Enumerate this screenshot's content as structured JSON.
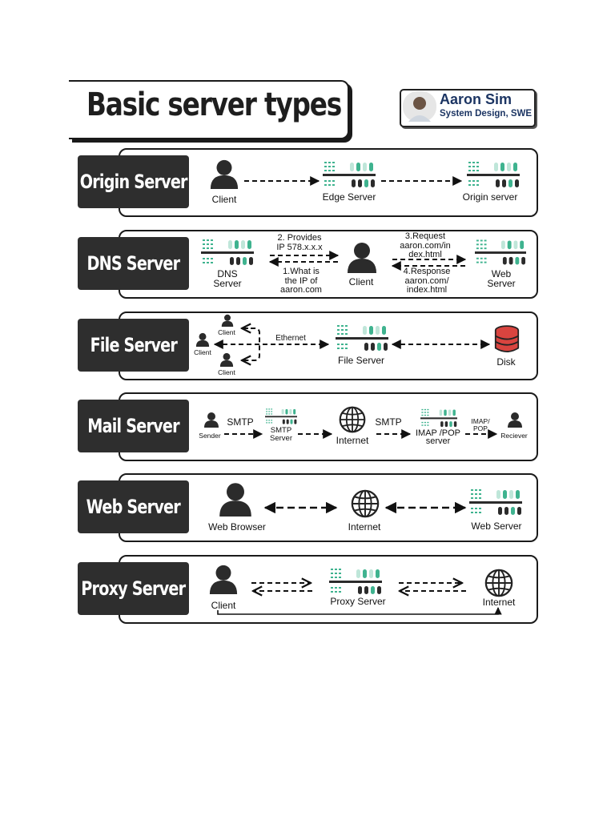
{
  "header": {
    "title": "Basic server types",
    "author_name": "Aaron Sim",
    "author_role": "System Design, SWE"
  },
  "rows": {
    "origin": {
      "label": "Origin Server",
      "client": "Client",
      "edge": "Edge Server",
      "origin": "Origin server"
    },
    "dns": {
      "label": "DNS Server",
      "dns": "DNS\nServer",
      "client": "Client",
      "web": "Web\nServer",
      "step1": "1.What is\nthe IP of\naaron.com",
      "step2": "2. Provides\nIP 578.x.x.x",
      "step3": "3.Request\naaron.com/in\ndex.html",
      "step4": "4.Response\naaron.com/\nindex.html"
    },
    "file": {
      "label": "File Server",
      "client_top": "Client",
      "client_left": "Client",
      "client_bottom": "Client",
      "ethernet": "Ethernet",
      "file_server": "File Server",
      "disk": "Disk"
    },
    "mail": {
      "label": "Mail Server",
      "sender": "Sender",
      "smtp_1": "SMTP",
      "smtp_server": "SMTP\nServer",
      "internet": "Internet",
      "smtp_2": "SMTP",
      "imap_server": "IMAP /POP\nserver",
      "imap_label": "IMAP/\nPOP",
      "receiver": "Reciever"
    },
    "web": {
      "label": "Web Server",
      "browser": "Web Browser",
      "internet": "Internet",
      "server": "Web Server"
    },
    "proxy": {
      "label": "Proxy Server",
      "client": "Client",
      "proxy": "Proxy Server",
      "internet": "Internet"
    }
  },
  "colors": {
    "label_bg": "#2e2e2e",
    "accent_green": "#3fb38f",
    "disk_red": "#d9443f",
    "author_blue": "#1c3563"
  }
}
